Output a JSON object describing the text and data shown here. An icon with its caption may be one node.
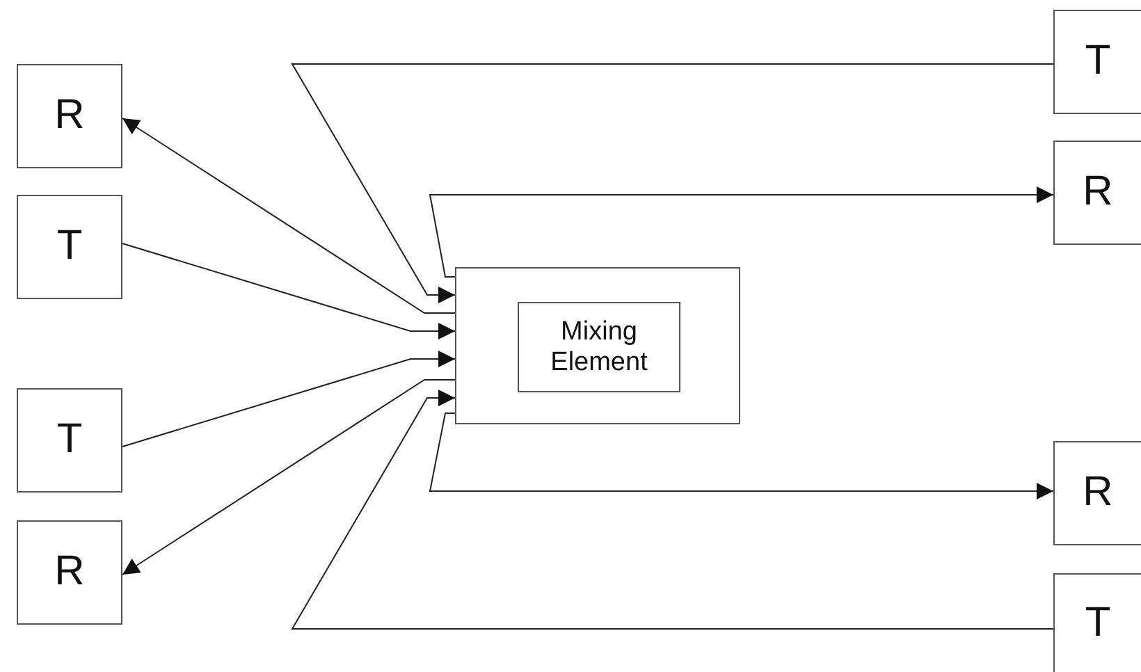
{
  "diagram": {
    "nodes": [
      {
        "text": [
          "R"
        ]
      },
      {
        "text": [
          "T"
        ]
      },
      {
        "text": [
          "T"
        ]
      },
      {
        "text": [
          "R"
        ]
      },
      {
        "text": [
          "T"
        ]
      },
      {
        "text": [
          "R"
        ]
      },
      {
        "text": [
          "R"
        ]
      },
      {
        "text": [
          "T"
        ]
      },
      {
        "text": [],
        "shape": "box"
      },
      {
        "text": [
          "Mixing Element"
        ],
        "in": 8
      }
    ],
    "edges": [
      {
        "from": 4,
        "to": 8,
        "arrow": "to"
      },
      {
        "from": 8,
        "to": 0,
        "arrow": "to"
      },
      {
        "from": 1,
        "to": 8,
        "arrow": "to"
      },
      {
        "from": 2,
        "to": 8,
        "arrow": "to"
      },
      {
        "from": 8,
        "to": 3,
        "arrow": "to"
      },
      {
        "from": 7,
        "to": 8,
        "arrow": "to"
      },
      {
        "from": 8,
        "to": 5,
        "arrow": "to"
      },
      {
        "from": 8,
        "to": 6,
        "arrow": "to"
      }
    ]
  }
}
